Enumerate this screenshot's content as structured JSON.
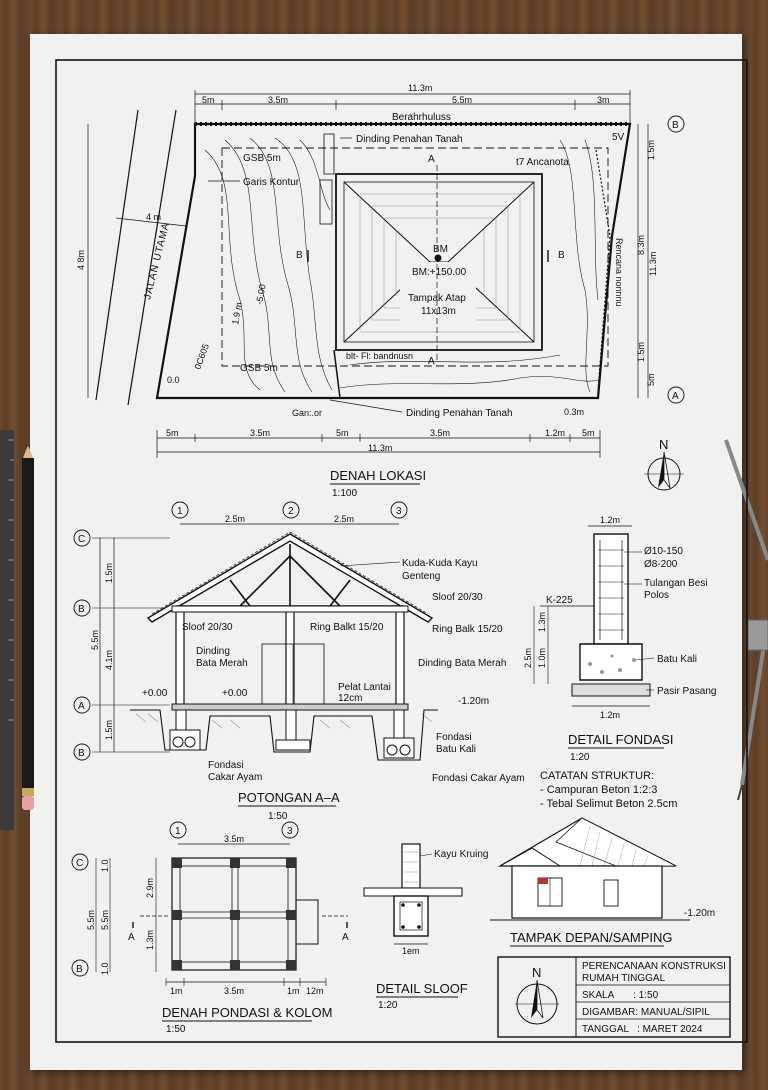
{
  "site_plan": {
    "title": "DENAH LOKASI",
    "scale": "1:100",
    "top_dims": [
      "5m",
      "3.5m",
      "5.5m",
      "3m"
    ],
    "top_total": "11.3m",
    "bottom_dims": [
      "5m",
      "3.5m",
      "5m",
      "3.5m",
      "1.2m",
      "5m"
    ],
    "bottom_total": "11.3m",
    "road": "JALAN UTAMA",
    "road_width": "4 m",
    "left_dim": "4 8m",
    "labels": {
      "top_boundary": "Berahrhuluss",
      "retaining_wall_top": "Dinding Penahan Tanah",
      "retaining_wall_bottom": "Dinding Penahan Tanah",
      "gsb_top": "GSB 5m",
      "gsb_bottom": "GSB 5m",
      "contour": "Garis Kontur",
      "bm": "BM",
      "bm_level": "BM:+150.00",
      "roof": "Tampak Atap",
      "roof_size": "11x13m",
      "ancanota": "t7 Ancanota",
      "bandnusn": "blt- Fl: bandnusn",
      "ganor": "Gan:.or",
      "right_vertical": "Rencana nonnnu",
      "corner": "5V",
      "dim_03": "0.3m"
    },
    "section_marks": [
      "A",
      "A",
      "B",
      "B"
    ],
    "grid_right": [
      "B",
      "A"
    ],
    "right_dims": [
      "1.5m",
      "8.3m",
      "1.5m",
      "5m"
    ],
    "right_total": "11.3m",
    "contour_values": [
      "-5.00",
      "1.9 m",
      "0C605",
      "0.0"
    ]
  },
  "section": {
    "title": "POTONGAN A–A",
    "scale": "1:50",
    "grid_top": [
      "1",
      "2",
      "3"
    ],
    "grid_top_dims": [
      "2.5m",
      "2.5m"
    ],
    "grid_left": [
      "C",
      "B",
      "A",
      "B"
    ],
    "left_dims": [
      "1.5m",
      "4.1m",
      "1.5m"
    ],
    "left_total": "5.5m",
    "labels": {
      "truss": "Kuda-Kuda Kayu",
      "tile": "Genteng",
      "sloof_r": "Sloof 20/30",
      "sloof_l": "Sloof 20/30",
      "ring_mid": "Ring Balkt 15/20",
      "ring_r": "Ring Balk 15/20",
      "wall_l": "Dinding\nBata Merah",
      "wall_r": "Dinding Bata Merah",
      "slab": "Pelat Lantai\n12cm",
      "lvl_l": "+0.00",
      "lvl_m": "+0.00",
      "lvl_r": "-1.20m",
      "found_r": "Fondasi\nBatu Kali",
      "found_l": "Fondasi\nCakar Ayam",
      "found_r2": "Fondasi Cakar Ayam"
    }
  },
  "foundation_detail": {
    "title": "DETAIL FONDASI",
    "scale": "1:20",
    "top_dim": "1.2m",
    "bottom_dim": "1.2m",
    "level": "K-225",
    "left_dims": [
      "1.3m",
      "1.0m"
    ],
    "left_total": "2.5m",
    "labels": {
      "r1": "Ø10-150",
      "r2": "Ø8-200",
      "rebar": "Tulangan Besi\nPolos",
      "stone": "Batu Kali",
      "sand": "Pasir Pasang"
    }
  },
  "notes": {
    "title": "CATATAN STRUKTUR:",
    "items": [
      "- Campuran Beton 1:2:3",
      "- Tebal Selimut Beton 2.5cm"
    ]
  },
  "foundation_plan": {
    "title": "DENAH PONDASI & KOLOM",
    "scale": "1:50",
    "grid_top": [
      "1",
      "3"
    ],
    "top_dim": "3.5m",
    "grid_left": [
      "C",
      "B"
    ],
    "left_dims": [
      "5.5m",
      "5.5m"
    ],
    "inner_dims": [
      "2.9m",
      "1.3m"
    ],
    "small_dims": [
      "1.0",
      "1.0"
    ],
    "bottom_dims": [
      "1m",
      "3.5m",
      "1m",
      "12m"
    ],
    "section_marks": [
      "A",
      "A"
    ]
  },
  "sloof_detail": {
    "title": "DETAIL SLOOF",
    "scale": "1:20",
    "wood": "Kayu Kruing",
    "dim": "1em"
  },
  "elevation": {
    "title": "TAMPAK DEPAN/SAMPING",
    "level": "-1.20m"
  },
  "title_block": {
    "line1": "PERENCANAAN KONSTRUKSI",
    "line2": "RUMAH TINGGAL",
    "scale": "SKALA       : 1:50",
    "drawn": "DIGAMBAR: MANUAL/SIPIL",
    "date": "TANGGAL   : MARET 2024",
    "north": "N"
  },
  "north_arrow": "N"
}
